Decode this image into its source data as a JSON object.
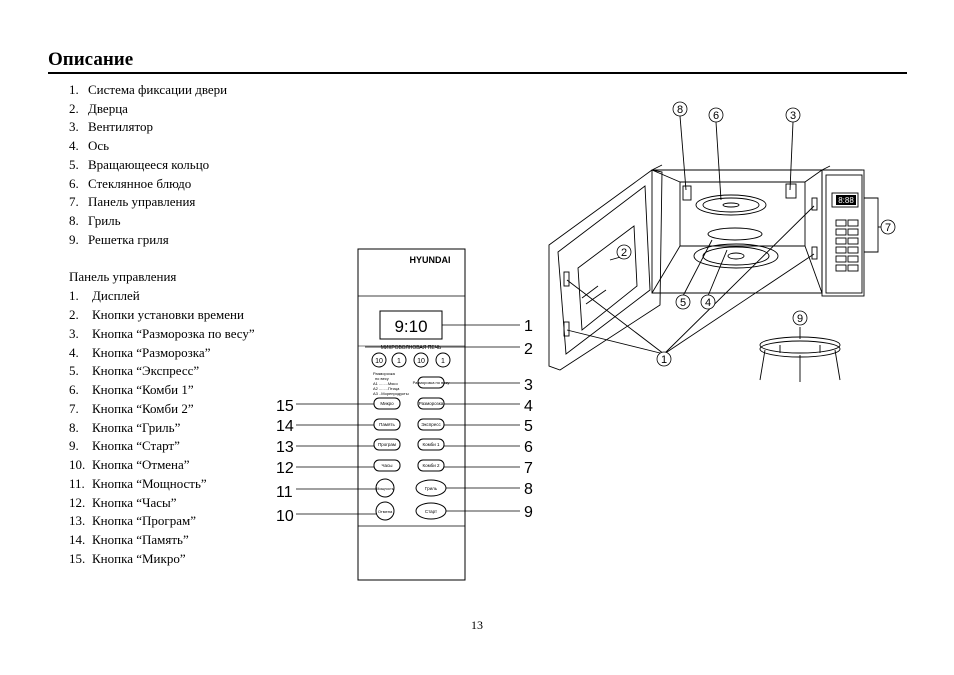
{
  "heading": "Описание",
  "parts": [
    {
      "num": "1.",
      "label": "Система фиксации двери"
    },
    {
      "num": "2.",
      "label": "Дверца"
    },
    {
      "num": "3.",
      "label": "Вентилятор"
    },
    {
      "num": "4.",
      "label": "Ось"
    },
    {
      "num": "5.",
      "label": "Вращающееся кольцо"
    },
    {
      "num": "6.",
      "label": "Стеклянное блюдо"
    },
    {
      "num": "7.",
      "label": "Панель управления"
    },
    {
      "num": "8.",
      "label": "Гриль"
    },
    {
      "num": "9.",
      "label": "Решетка гриля"
    }
  ],
  "panel_heading": "Панель управления",
  "panel_items": [
    {
      "num": "1.",
      "label": "Дисплей"
    },
    {
      "num": "2.",
      "label": "Кнопки установки времени"
    },
    {
      "num": "3.",
      "label": "Кнопка “Разморозка по весу”"
    },
    {
      "num": "4.",
      "label": "Кнопка “Разморозка”"
    },
    {
      "num": "5.",
      "label": "Кнопка “Экспресс”"
    },
    {
      "num": "6.",
      "label": "Кнопка “Комби 1”"
    },
    {
      "num": "7.",
      "label": "Кнопка “Комби 2”"
    },
    {
      "num": "8.",
      "label": "Кнопка “Гриль”"
    },
    {
      "num": "9.",
      "label": "Кнопка “Старт”"
    },
    {
      "num": "10.",
      "label": "Кнопка “Отмена”"
    },
    {
      "num": "11.",
      "label": "Кнопка “Мощность”"
    },
    {
      "num": "12.",
      "label": "Кнопка “Часы”"
    },
    {
      "num": "13.",
      "label": "Кнопка “Програм”"
    },
    {
      "num": "14.",
      "label": "Кнопка “Память”"
    },
    {
      "num": "15.",
      "label": "Кнопка “Микро”"
    }
  ],
  "panel_figure": {
    "brand": "HYUNDAI",
    "display": "9:10",
    "band_label": "МИКРОВОЛНОВАЯ ПЕЧЬ",
    "time_keys": [
      "10",
      "1",
      "10",
      "1"
    ],
    "weight_legend": [
      "Разморозка",
      "по весу",
      "А1 ........Мясо",
      "А2 ........Птица",
      "А3 ..Морепродукты"
    ],
    "buttons_left": [
      "Микро",
      "Память",
      "Програм",
      "Часы",
      "Мощность",
      "Отмена"
    ],
    "buttons_right": [
      "Разморозка по весу",
      "Разморозка",
      "Экспресс",
      "Комби 1",
      "Комби 2",
      "Гриль",
      "Старт"
    ],
    "callouts_left": [
      "15",
      "14",
      "13",
      "12",
      "11",
      "10"
    ],
    "callouts_right": [
      "1",
      "2",
      "3",
      "4",
      "5",
      "6",
      "7",
      "8",
      "9"
    ]
  },
  "oven_figure": {
    "display": "8:88",
    "callouts": [
      "8",
      "6",
      "3",
      "2",
      "7",
      "5",
      "4",
      "1",
      "9"
    ]
  },
  "page_number": "13"
}
